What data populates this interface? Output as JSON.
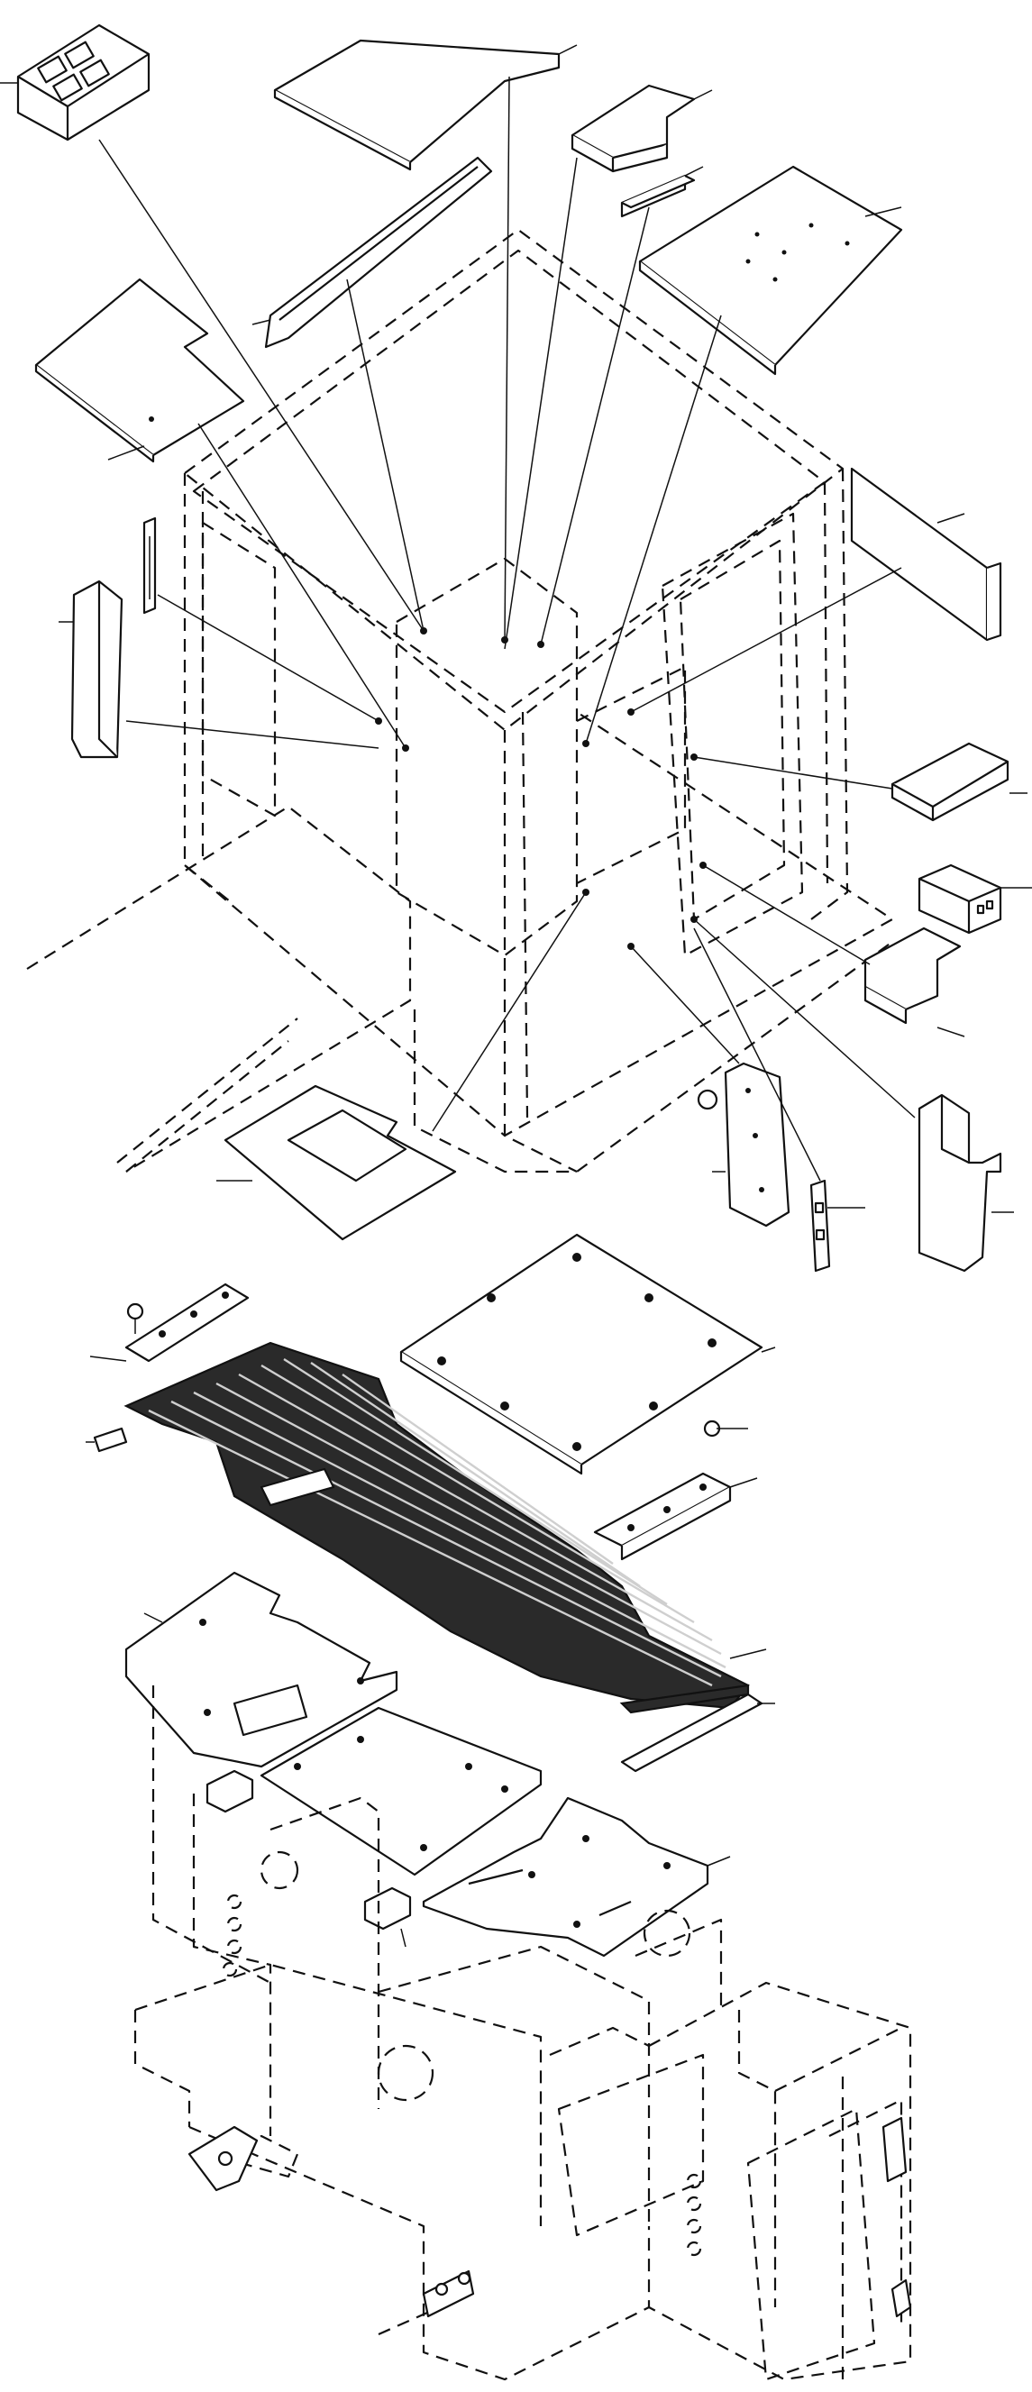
{
  "diagram": {
    "kind": "exploded-parts-drawing",
    "subject_icon": "operator-cab-insulation-and-floor-plates",
    "colors": {
      "line": "#111111",
      "background": "#ffffff",
      "fill_dark": "#2a2a2a"
    },
    "callout_count": 26,
    "labels": []
  }
}
